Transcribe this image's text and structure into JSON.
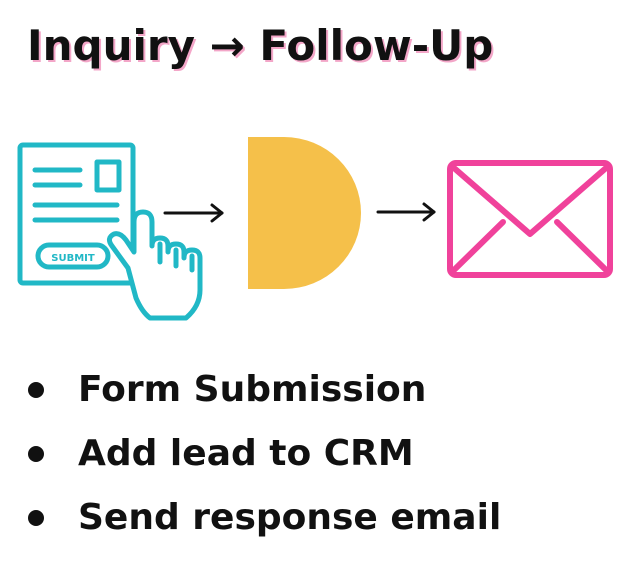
{
  "title": "Inquiry → Follow-Up",
  "steps": [
    {
      "icon": "form-submit-icon",
      "button_label": "SUBMIT",
      "color": "#21b8c6"
    },
    {
      "icon": "crm-logo-icon",
      "color": "#f5c04a"
    },
    {
      "icon": "envelope-icon",
      "color": "#f0429b"
    }
  ],
  "bullets": [
    "Form Submission",
    "Add lead to CRM",
    "Send response email"
  ]
}
